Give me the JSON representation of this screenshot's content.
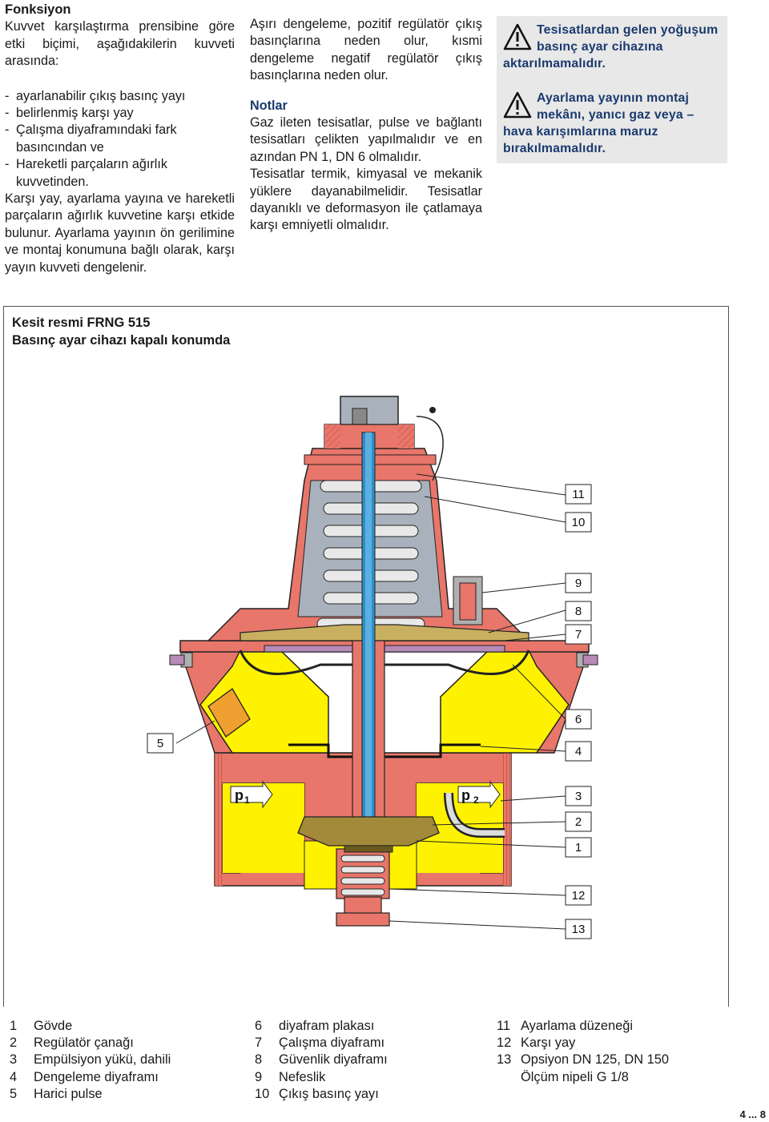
{
  "col1": {
    "title": "Fonksiyon",
    "intro": "Kuvvet karşılaştırma prensibine göre etki biçimi, aşağıdakilerin kuvveti arasında:",
    "items": [
      "ayarlanabilir çıkış basınç yayı",
      "belirlenmiş karşı yay",
      "Çalışma diyaframındaki fark basıncından ve",
      "Hareketli parçaların ağırlık kuvvetinden."
    ],
    "para": "Karşı yay, ayarlama yayına ve hareketli parçaların ağırlık kuvvetine karşı etkide bulunur. Ayarlama yayının ön gerilimine ve montaj konumuna bağlı olarak, karşı yayın kuvveti dengelenir."
  },
  "col2": {
    "para1": "Aşırı dengeleme, pozitif regülatör çıkış basınçlarına neden olur, kısmi dengeleme negatif regülatör çıkış basınçlarına neden olur.",
    "notes_title": "Notlar",
    "para2": "Gaz ileten tesisatlar, pulse ve bağlantı tesisatları çelikten yapılmalıdır ve en azından PN 1, DN 6 olmalıdır.",
    "para3": "Tesisatlar termik, kimyasal ve mekanik yüklere dayanabilmelidir. Tesisatlar dayanıklı ve deformasyon ile çatlamaya karşı emniyetli olmalıdır."
  },
  "warnings": {
    "w1": "Tesisatlardan gelen yoğuşum basınç ayar cihazına aktarılmamalıdır.",
    "w2": "Ayarlama yayının montaj mekânı, yanıcı gaz veya – hava karışımlarına maruz bırakılmamalıdır.",
    "icon": "warning-triangle-icon"
  },
  "figure": {
    "title1": "Kesit resmi FRNG 515",
    "title2": "Basınç ayar cihazı kapalı konumda",
    "p1": "p",
    "p1_sub": "1",
    "p2": "p",
    "p2_sub": "2",
    "callouts": {
      "c11": "11",
      "c10": "10",
      "c9": "9",
      "c8": "8",
      "c7": "7",
      "c6": "6",
      "c4": "4",
      "c5": "5",
      "c3": "3",
      "c2": "2",
      "c1": "1",
      "c12": "12",
      "c13": "13"
    }
  },
  "legend": {
    "col1": [
      {
        "n": "1",
        "t": "Gövde"
      },
      {
        "n": "2",
        "t": "Regülatör çanağı"
      },
      {
        "n": "3",
        "t": "Empülsiyon yükü, dahili"
      },
      {
        "n": "4",
        "t": "Dengeleme diyaframı"
      },
      {
        "n": "5",
        "t": "Harici pulse"
      }
    ],
    "col2": [
      {
        "n": "6",
        "t": "diyafram plakası"
      },
      {
        "n": "7",
        "t": "Çalışma diyaframı"
      },
      {
        "n": "8",
        "t": "Güvenlik diyaframı"
      },
      {
        "n": "9",
        "t": "Nefeslik"
      },
      {
        "n": "10",
        "t": "Çıkış basınç yayı"
      }
    ],
    "col3": [
      {
        "n": "11",
        "t": "Ayarlama düzeneği"
      },
      {
        "n": "12",
        "t": "Karşı yay"
      },
      {
        "n": "13",
        "t": "Opsiyon DN 125, DN 150"
      },
      {
        "n": "",
        "t": "Ölçüm nipeli G 1/8"
      }
    ]
  },
  "page": "4 ... 8",
  "colors": {
    "body_yellow": "#fff200",
    "body_red": "#e8766a",
    "spring_grey": "#a9b2bc",
    "stem_blue": "#2f8fc7",
    "diaphragm_olive": "#a38a3a",
    "accent_navy": "#1a3a6e"
  }
}
